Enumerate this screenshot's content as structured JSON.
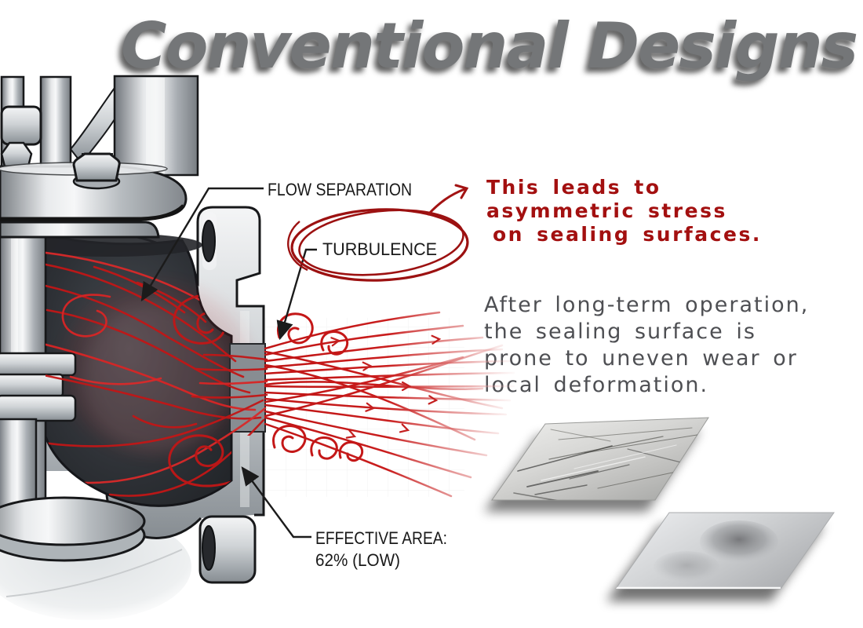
{
  "title": "Conventional Designs",
  "valve_diagram": {
    "alt": "cutaway-of-conventional-valve-with-turbulent-red-flow",
    "labels": {
      "flow_separation": "FLOW SEPARATION",
      "turbulence": "TURBULENCE",
      "effective_area_line1": "EFFECTIVE AREA:",
      "effective_area_line2": "62% (LOW)"
    }
  },
  "annotations": {
    "stress_note": {
      "color": "#a31010",
      "lines": [
        "This leads to",
        "asymmetric stress",
        "on sealing surfaces."
      ]
    },
    "wear_note": {
      "color": "#4e4f53",
      "lines": [
        "After long-term operation,",
        "the sealing surface is",
        "prone to uneven wear or",
        "local deformation."
      ]
    }
  },
  "figures": {
    "worn_plate": "scratched-sealing-surface",
    "deformed_plate": "locally-deformed-sealing-surface"
  },
  "colors": {
    "title_gray": "#747678",
    "annotation_red": "#a31010",
    "flow_red": "#c21717",
    "note_gray": "#4e4f53",
    "metal_light": "#f4f5f6",
    "metal_dark": "#878d92",
    "cavity_dark": "#2a2d31"
  }
}
